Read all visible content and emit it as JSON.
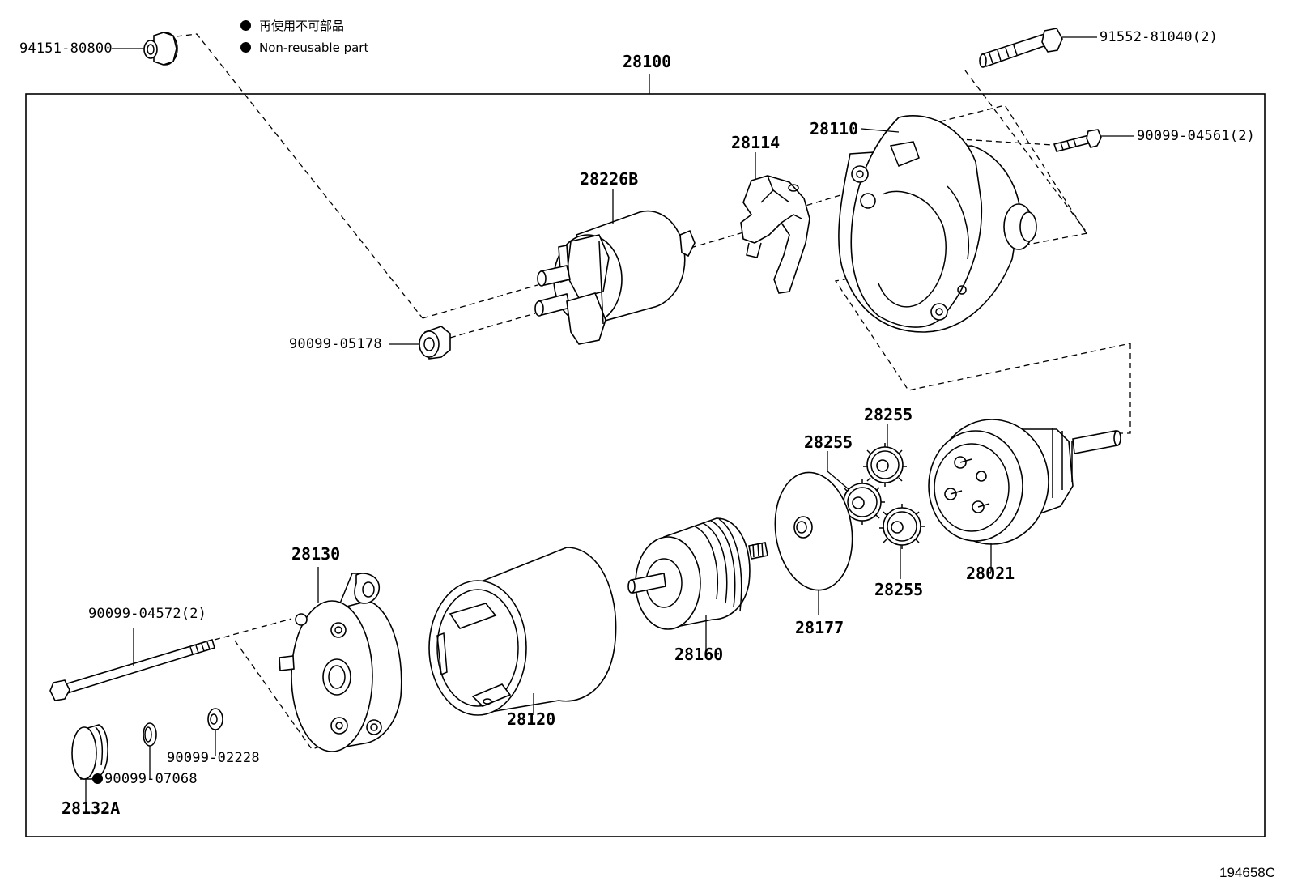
{
  "legend": {
    "line1": "再使用不可部品",
    "line2": "Non-reusable part"
  },
  "assembly_label": "28100",
  "diagram_ref": "194658C",
  "parts": {
    "nut_94151": "94151-80800",
    "bolt_91552": "91552-81040(2)",
    "screw_90099_04561": "90099-04561(2)",
    "housing_28110": "28110",
    "lever_28114": "28114",
    "switch_28226B": "28226B",
    "nut_90099_05178": "90099-05178",
    "gear_28255_top": "28255",
    "gear_28255_mid": "28255",
    "gear_28255_bottom": "28255",
    "clutch_28021": "28021",
    "plate_28177": "28177",
    "armature_28160": "28160",
    "yoke_28120": "28120",
    "endframe_28130": "28130",
    "bolt_90099_04572": "90099-04572(2)",
    "washer_90099_02228": "90099-02228",
    "ring_90099_07068": "90099-07068",
    "cap_28132A": "28132A"
  },
  "non_reusable_marker": "●"
}
